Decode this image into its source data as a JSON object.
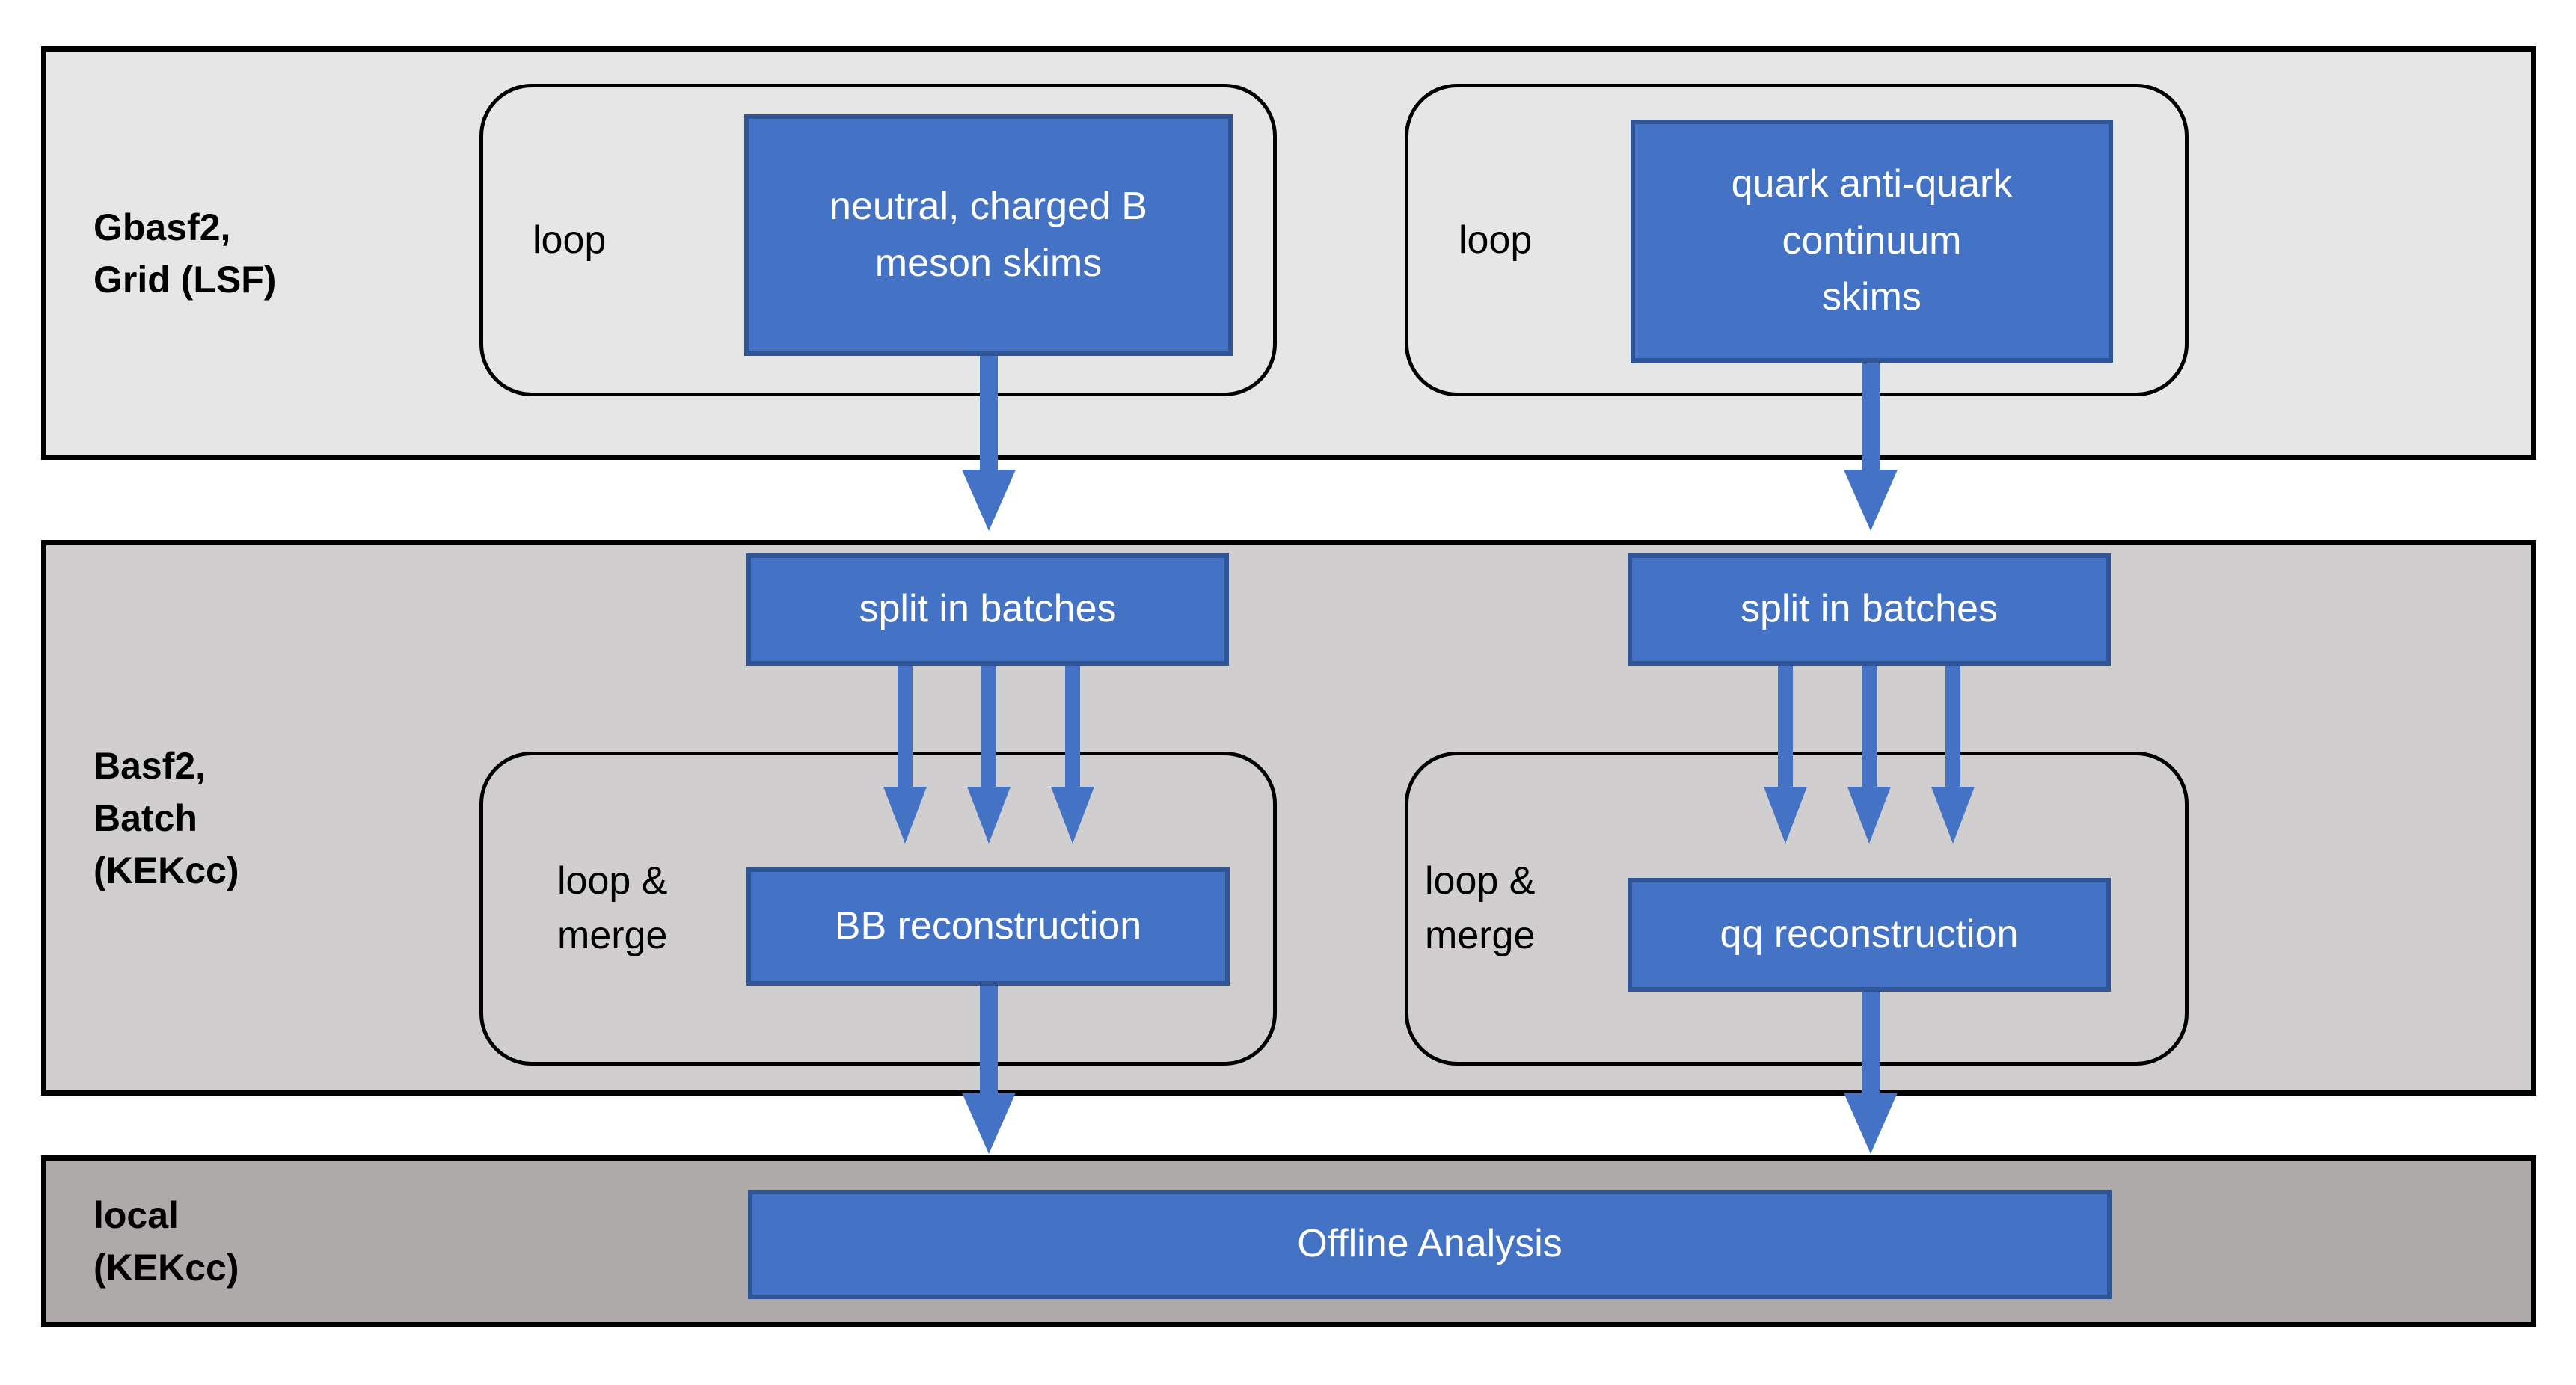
{
  "colors": {
    "band_top_fill": "#e7e6e6",
    "band_middle_fill": "#d0cece",
    "band_bottom_fill": "#aeaaaa",
    "box_fill": "#4472c4",
    "box_border": "#2f5597",
    "arrow": "#4472c4",
    "outline": "#000000",
    "box_text": "#ffffff",
    "label_text": "#000000"
  },
  "bands": [
    {
      "label": "Gbasf2,\nGrid (LSF)",
      "columns": [
        {
          "loop_label": "loop",
          "box": "neutral, charged B\nmeson skims"
        },
        {
          "loop_label": "loop",
          "box": "quark anti-quark\ncontinuum\nskims"
        }
      ]
    },
    {
      "label": "Basf2,\nBatch\n(KEKcc)",
      "columns": [
        {
          "split_box": "split in batches",
          "loop_label": "loop &\nmerge",
          "box": "BB reconstruction"
        },
        {
          "split_box": "split in batches",
          "loop_label": "loop &\nmerge",
          "box": "qq reconstruction"
        }
      ]
    },
    {
      "label": "local\n(KEKcc)",
      "box": "Offline Analysis"
    }
  ]
}
